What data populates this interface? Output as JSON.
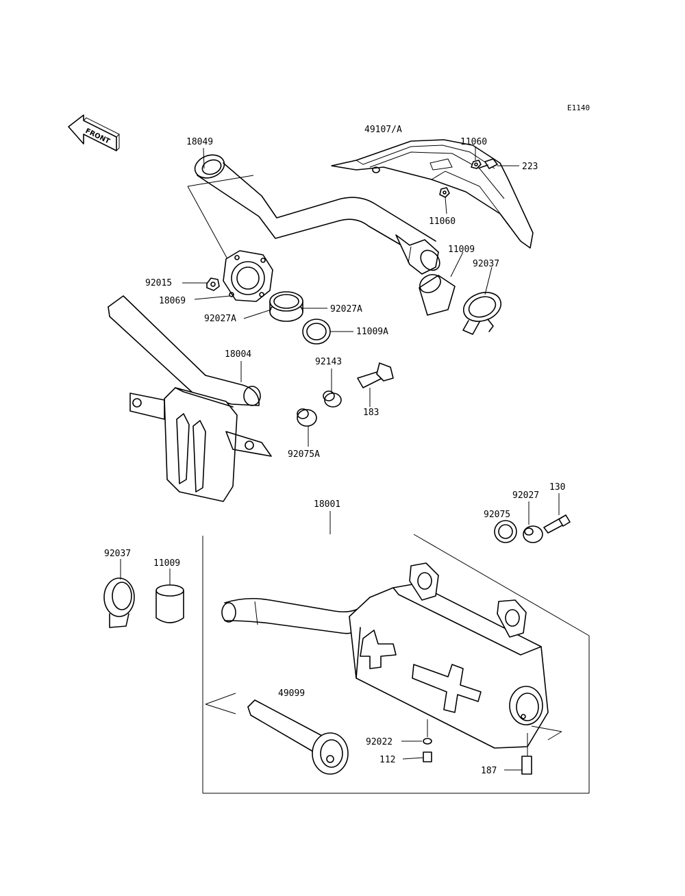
{
  "diagram": {
    "code": "E1140",
    "front_label": "FRONT",
    "labels": {
      "p18049": "18049",
      "p49107A": "49107/A",
      "p11060_top": "11060",
      "p223": "223",
      "p11060_mid": "11060",
      "p11009_top": "11009",
      "p92037_top": "92037",
      "p92015": "92015",
      "p18069": "18069",
      "p92027A_right": "92027A",
      "p92027A_left": "92027A",
      "p11009A": "11009A",
      "p18004": "18004",
      "p92143": "92143",
      "p183": "183",
      "p92075A": "92075A",
      "p18001": "18001",
      "p130": "130",
      "p92027": "92027",
      "p92075": "92075",
      "p92037_left": "92037",
      "p11009_left": "11009",
      "p49099": "49099",
      "p92022": "92022",
      "p112": "112",
      "p187": "187"
    }
  }
}
